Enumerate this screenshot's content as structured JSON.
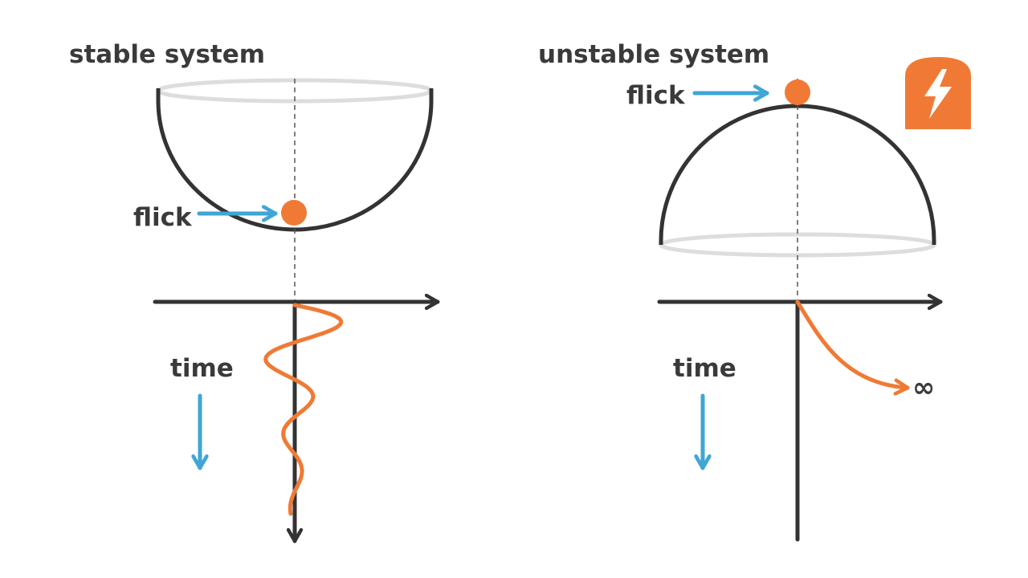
{
  "colors": {
    "ink": "#333333",
    "accent": "#f07a35",
    "arrow": "#3fa6d6",
    "rim": "#dddddd",
    "guide": "#555555"
  },
  "stable": {
    "title": "stable system",
    "flick_label": "flick",
    "time_label": "time"
  },
  "unstable": {
    "title": "unstable system",
    "flick_label": "flick",
    "time_label": "time",
    "infinity_label": "∞"
  },
  "badge": {
    "icon": "toast-lightning-icon"
  }
}
